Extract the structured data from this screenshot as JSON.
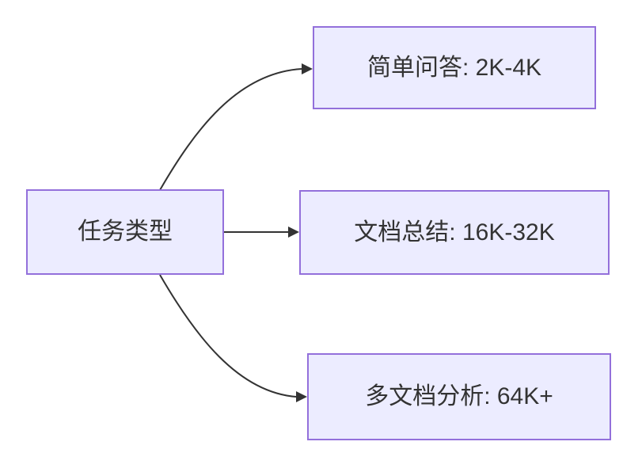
{
  "diagram": {
    "type": "flowchart",
    "direction": "left-to-right",
    "root": {
      "id": "root",
      "label": "任务类型"
    },
    "children": [
      {
        "id": "qa",
        "label": "简单问答: 2K-4K"
      },
      {
        "id": "summary",
        "label": "文档总结: 16K-32K"
      },
      {
        "id": "multi",
        "label": "多文档分析: 64K+"
      }
    ],
    "edges": [
      {
        "from": "root",
        "to": "qa"
      },
      {
        "from": "root",
        "to": "summary"
      },
      {
        "from": "root",
        "to": "multi"
      }
    ],
    "colors": {
      "node_fill": "#ECECFF",
      "node_border": "#9370DB",
      "edge": "#333333",
      "text": "#333333"
    }
  }
}
